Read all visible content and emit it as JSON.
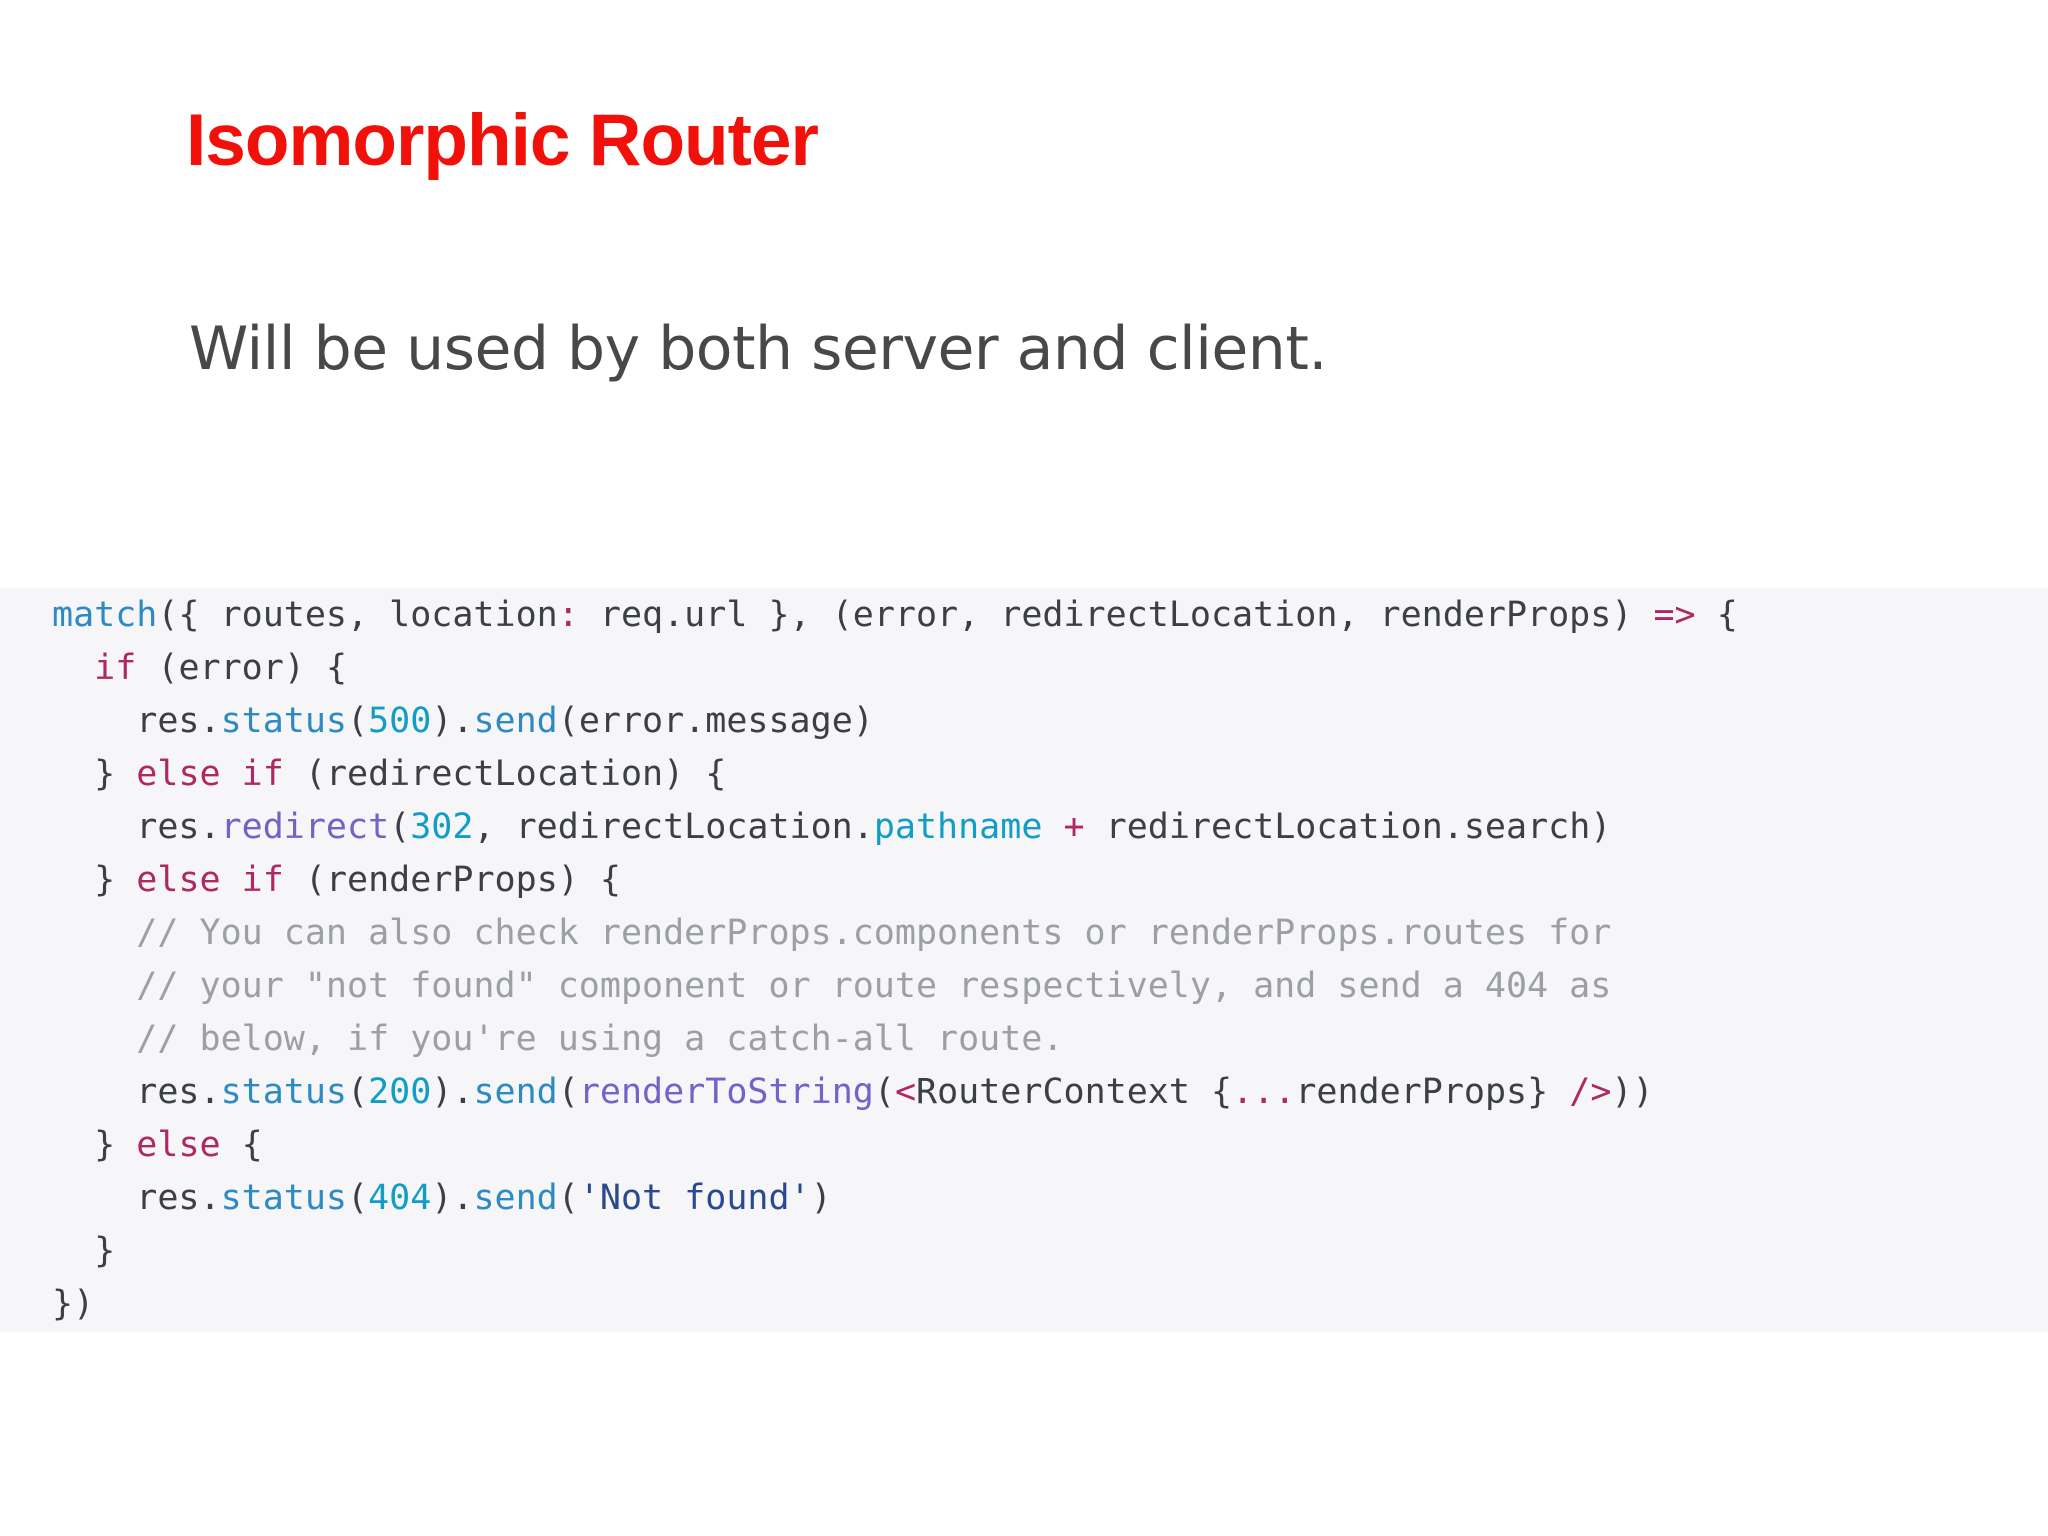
{
  "slide": {
    "title": "Isomorphic Router",
    "subtitle": "Will be used by both server and client.",
    "colors": {
      "title_red": "#f2100a",
      "subtitle_gray": "#48484a",
      "code_background": "#f6f5f8",
      "code_default": "#3c3f46",
      "code_keyword": "#ae2963",
      "code_function": "#2e8bc2",
      "code_number": "#119dc4",
      "code_purple": "#7263c7",
      "code_string": "#2b4a8d",
      "code_comment": "#9ca0a4"
    }
  },
  "code": {
    "lines": [
      [
        [
          "f",
          "match"
        ],
        [
          "d",
          "({ routes, location"
        ],
        [
          "k",
          ":"
        ],
        [
          "d",
          " req.url }, (error, redirectLocation, renderProps) "
        ],
        [
          "k",
          "=>"
        ],
        [
          "d",
          " {"
        ]
      ],
      [
        [
          "d",
          "  "
        ],
        [
          "k",
          "if"
        ],
        [
          "d",
          " (error) {"
        ]
      ],
      [
        [
          "d",
          "    res."
        ],
        [
          "f",
          "status"
        ],
        [
          "d",
          "("
        ],
        [
          "c",
          "500"
        ],
        [
          "d",
          ")."
        ],
        [
          "f",
          "send"
        ],
        [
          "d",
          "(error.message)"
        ]
      ],
      [
        [
          "d",
          "  } "
        ],
        [
          "k",
          "else"
        ],
        [
          "d",
          " "
        ],
        [
          "k",
          "if"
        ],
        [
          "d",
          " (redirectLocation) {"
        ]
      ],
      [
        [
          "d",
          "    res."
        ],
        [
          "p",
          "redirect"
        ],
        [
          "d",
          "("
        ],
        [
          "c",
          "302"
        ],
        [
          "d",
          ", redirectLocation."
        ],
        [
          "c",
          "pathname"
        ],
        [
          "d",
          " "
        ],
        [
          "k",
          "+"
        ],
        [
          "d",
          " redirectLocation.search)"
        ]
      ],
      [
        [
          "d",
          "  } "
        ],
        [
          "k",
          "else"
        ],
        [
          "d",
          " "
        ],
        [
          "k",
          "if"
        ],
        [
          "d",
          " (renderProps) {"
        ]
      ],
      [
        [
          "m",
          "    // You can also check renderProps.components or renderProps.routes for"
        ]
      ],
      [
        [
          "m",
          "    // your \"not found\" component or route respectively, and send a 404 as"
        ]
      ],
      [
        [
          "m",
          "    // below, if you're using a catch-all route."
        ]
      ],
      [
        [
          "d",
          "    res."
        ],
        [
          "f",
          "status"
        ],
        [
          "d",
          "("
        ],
        [
          "c",
          "200"
        ],
        [
          "d",
          ")."
        ],
        [
          "f",
          "send"
        ],
        [
          "d",
          "("
        ],
        [
          "p",
          "renderToString"
        ],
        [
          "d",
          "("
        ],
        [
          "k",
          "<"
        ],
        [
          "d",
          "RouterContext {"
        ],
        [
          "k",
          "..."
        ],
        [
          "d",
          "renderProps} "
        ],
        [
          "k",
          "/>"
        ],
        [
          "d",
          "))"
        ]
      ],
      [
        [
          "d",
          "  } "
        ],
        [
          "k",
          "else"
        ],
        [
          "d",
          " {"
        ]
      ],
      [
        [
          "d",
          "    res."
        ],
        [
          "f",
          "status"
        ],
        [
          "d",
          "("
        ],
        [
          "c",
          "404"
        ],
        [
          "d",
          ")."
        ],
        [
          "f",
          "send"
        ],
        [
          "d",
          "("
        ],
        [
          "s",
          "'Not found'"
        ],
        [
          "d",
          ")"
        ]
      ],
      [
        [
          "d",
          "  }"
        ]
      ],
      [
        [
          "d",
          "})"
        ]
      ]
    ]
  }
}
